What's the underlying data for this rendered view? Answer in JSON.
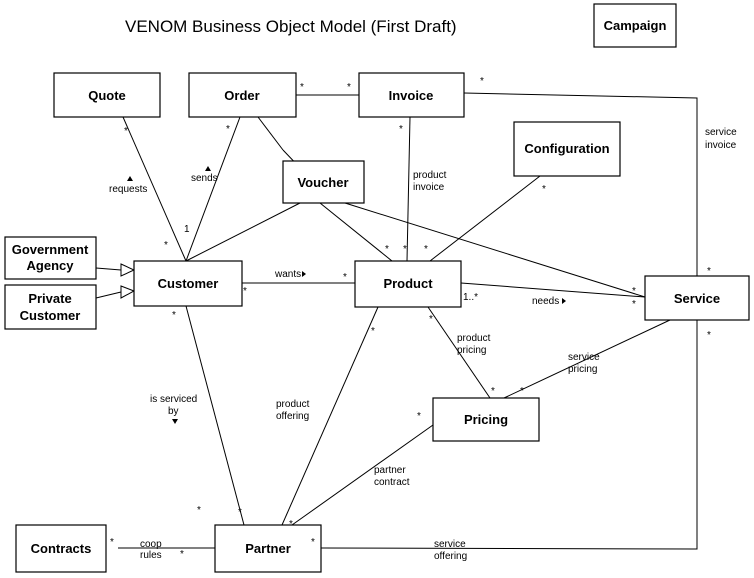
{
  "title": "VENOM Business Object Model (First Draft)",
  "classes": {
    "campaign": "Campaign",
    "quote": "Quote",
    "order": "Order",
    "invoice": "Invoice",
    "configuration": "Configuration",
    "voucher": "Voucher",
    "government_agency": [
      "Government",
      "Agency"
    ],
    "private_customer": [
      "Private",
      "Customer"
    ],
    "customer": "Customer",
    "product": "Product",
    "service": "Service",
    "pricing": "Pricing",
    "contracts": "Contracts",
    "partner": "Partner"
  },
  "labels": {
    "requests": "requests",
    "sends": "sends",
    "wants": "wants",
    "needs": "needs",
    "product_invoice": [
      "product",
      "invoice"
    ],
    "service_invoice": [
      "service",
      "invoice"
    ],
    "product_pricing": [
      "product",
      "pricing"
    ],
    "service_pricing": [
      "service",
      "pricing"
    ],
    "is_serviced_by": [
      "is serviced",
      "by"
    ],
    "product_offering": [
      "product",
      "offering"
    ],
    "partner_contract": [
      "partner",
      "contract"
    ],
    "coop_rules": [
      "coop",
      "rules"
    ],
    "service_offering": [
      "service",
      "offering"
    ]
  },
  "multiplicities": {
    "star": "*",
    "one": "1",
    "one_many": "1..*"
  }
}
